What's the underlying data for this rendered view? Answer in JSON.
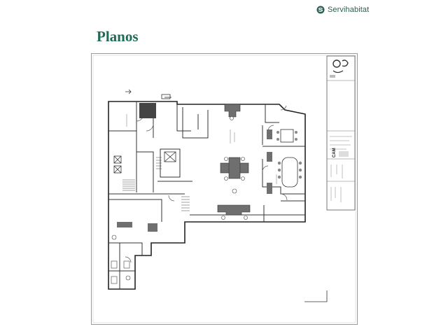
{
  "header": {
    "brand_name": "Servihabitat",
    "brand_color": "#2e5e54",
    "logo_icon": "servihabitat-logo-icon"
  },
  "page": {
    "title": "Planos",
    "title_color": "#1f6b55"
  },
  "title_block": {
    "company": "CAM"
  }
}
